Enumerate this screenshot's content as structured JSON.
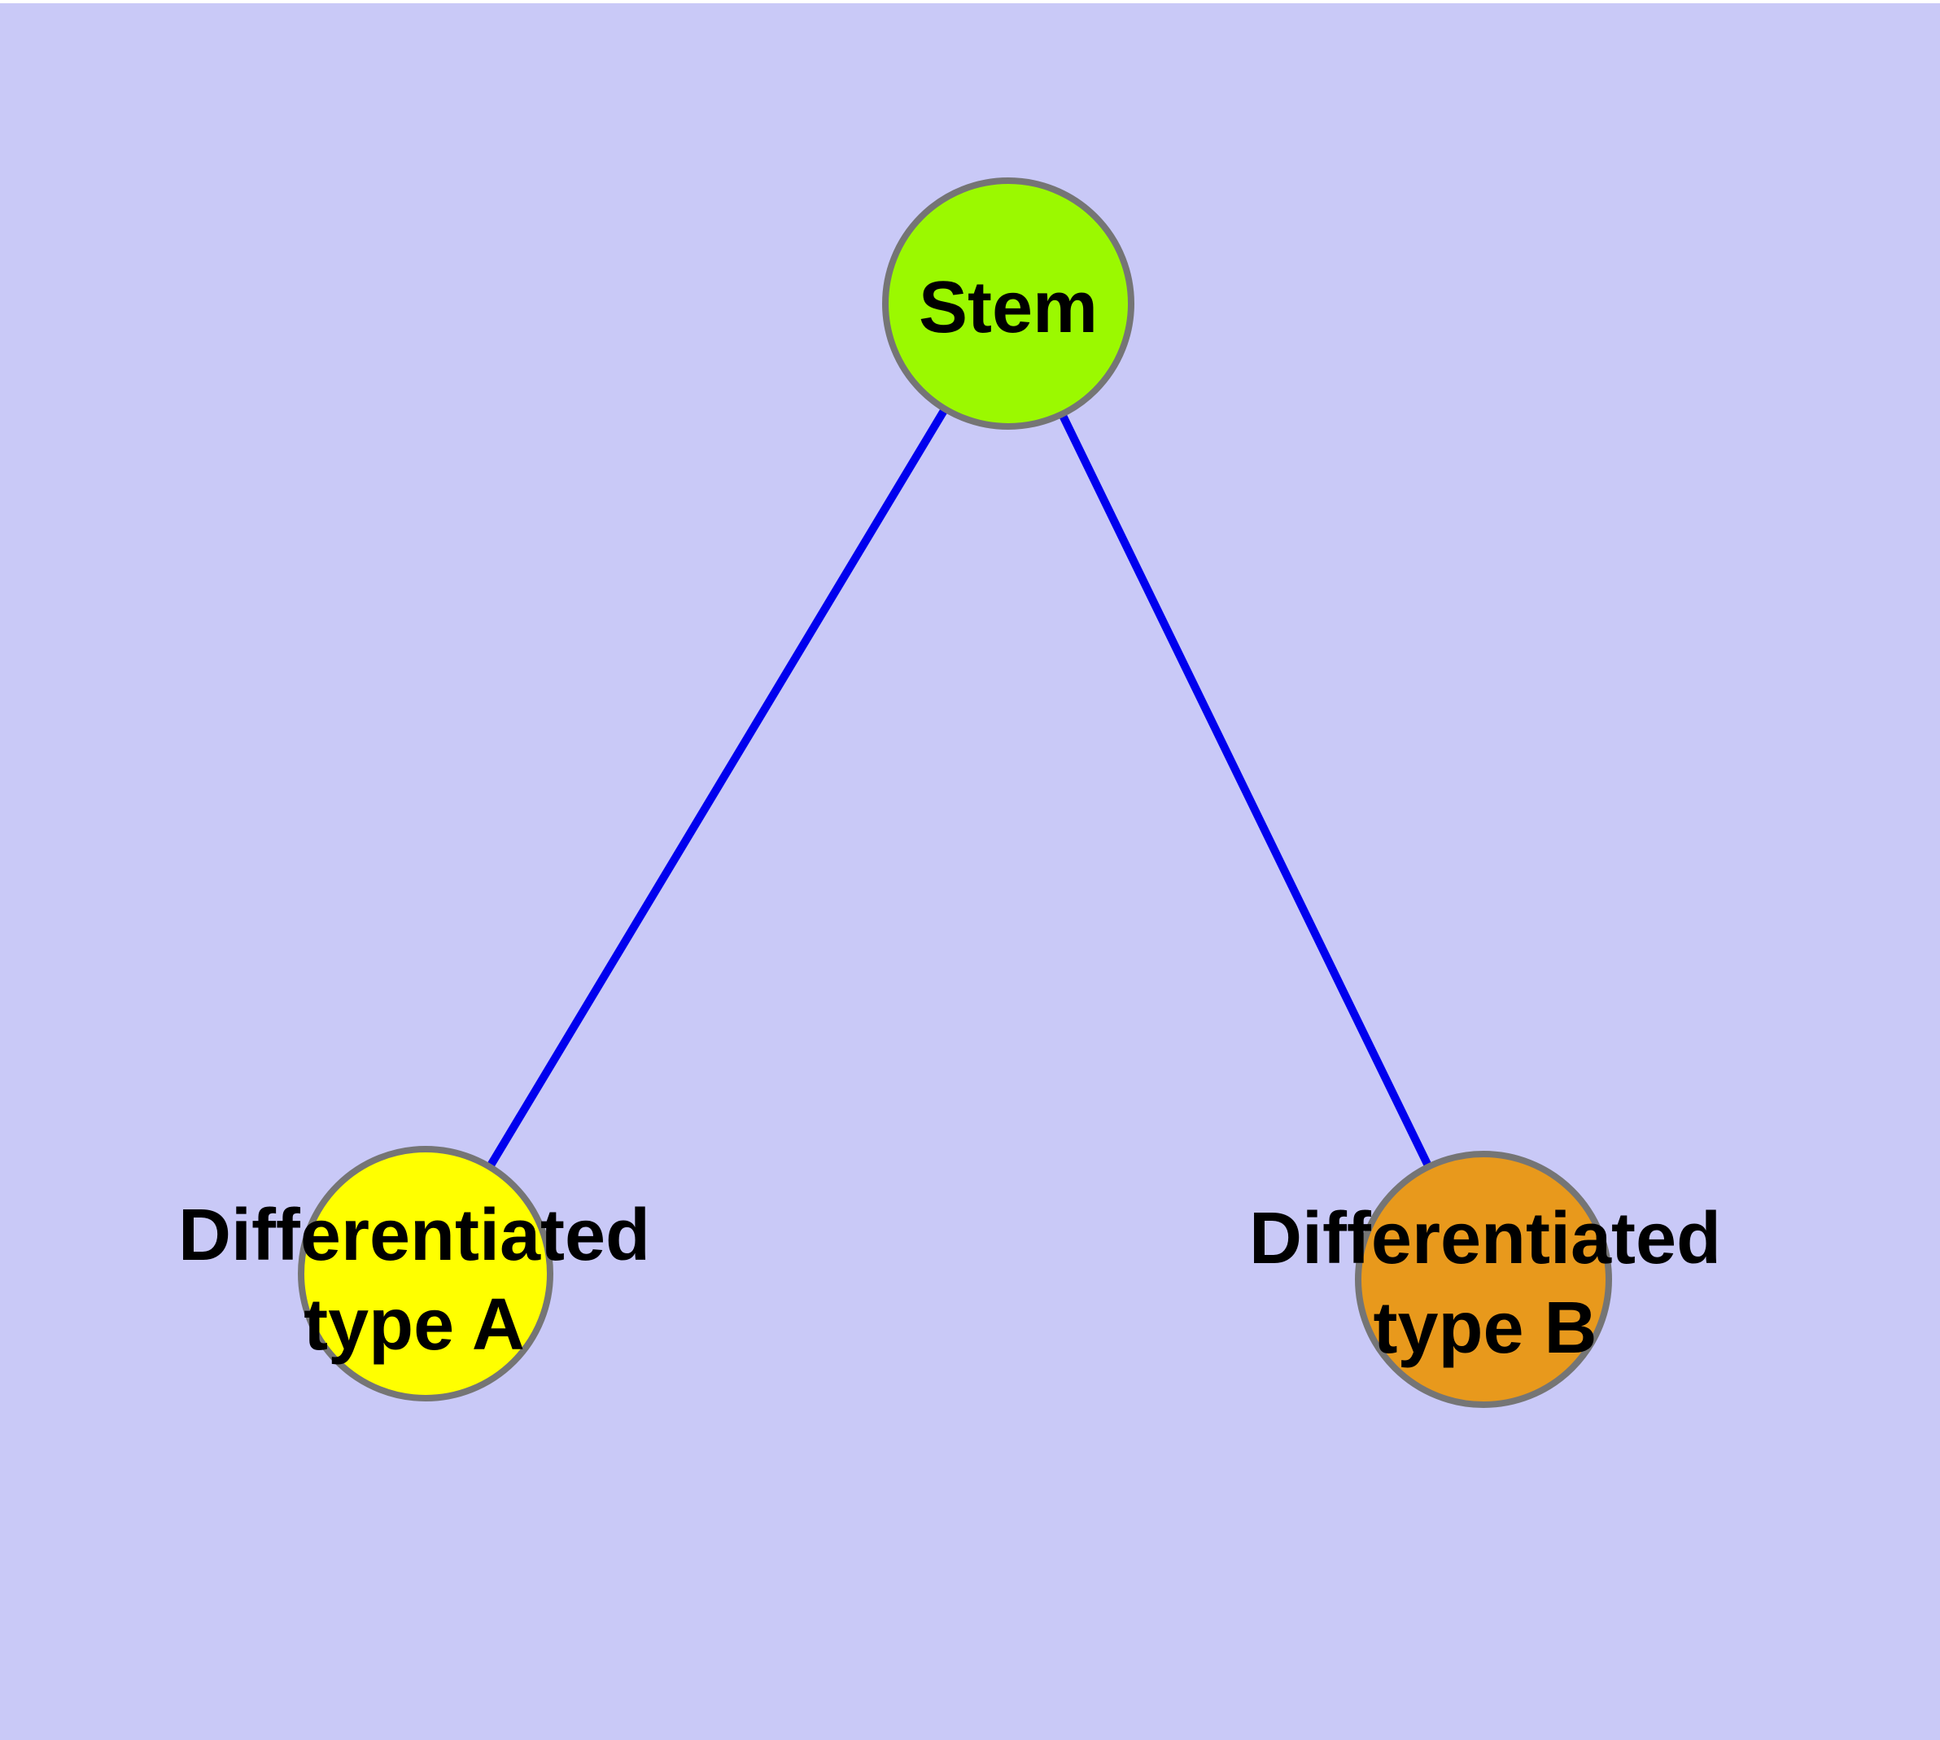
{
  "diagram": {
    "type": "node-link-graph",
    "background_color": "#C9C9F7",
    "edge_color": "#0000EE",
    "node_border_color": "#757575",
    "label_color": "#000000",
    "nodes": {
      "stem": {
        "label": "Stem",
        "fill": "#9BF900"
      },
      "type_a": {
        "label": "Differentiated type A",
        "label_line1": "Differentiated",
        "label_line2": "type A",
        "fill": "#FFFF00"
      },
      "type_b": {
        "label": "Differentiated type B",
        "label_line1": "Differentiated",
        "label_line2": "type B",
        "fill": "#E8991C"
      }
    },
    "edges": [
      {
        "from": "Stem",
        "to": "Differentiated type A"
      },
      {
        "from": "Stem",
        "to": "Differentiated type B"
      }
    ]
  }
}
